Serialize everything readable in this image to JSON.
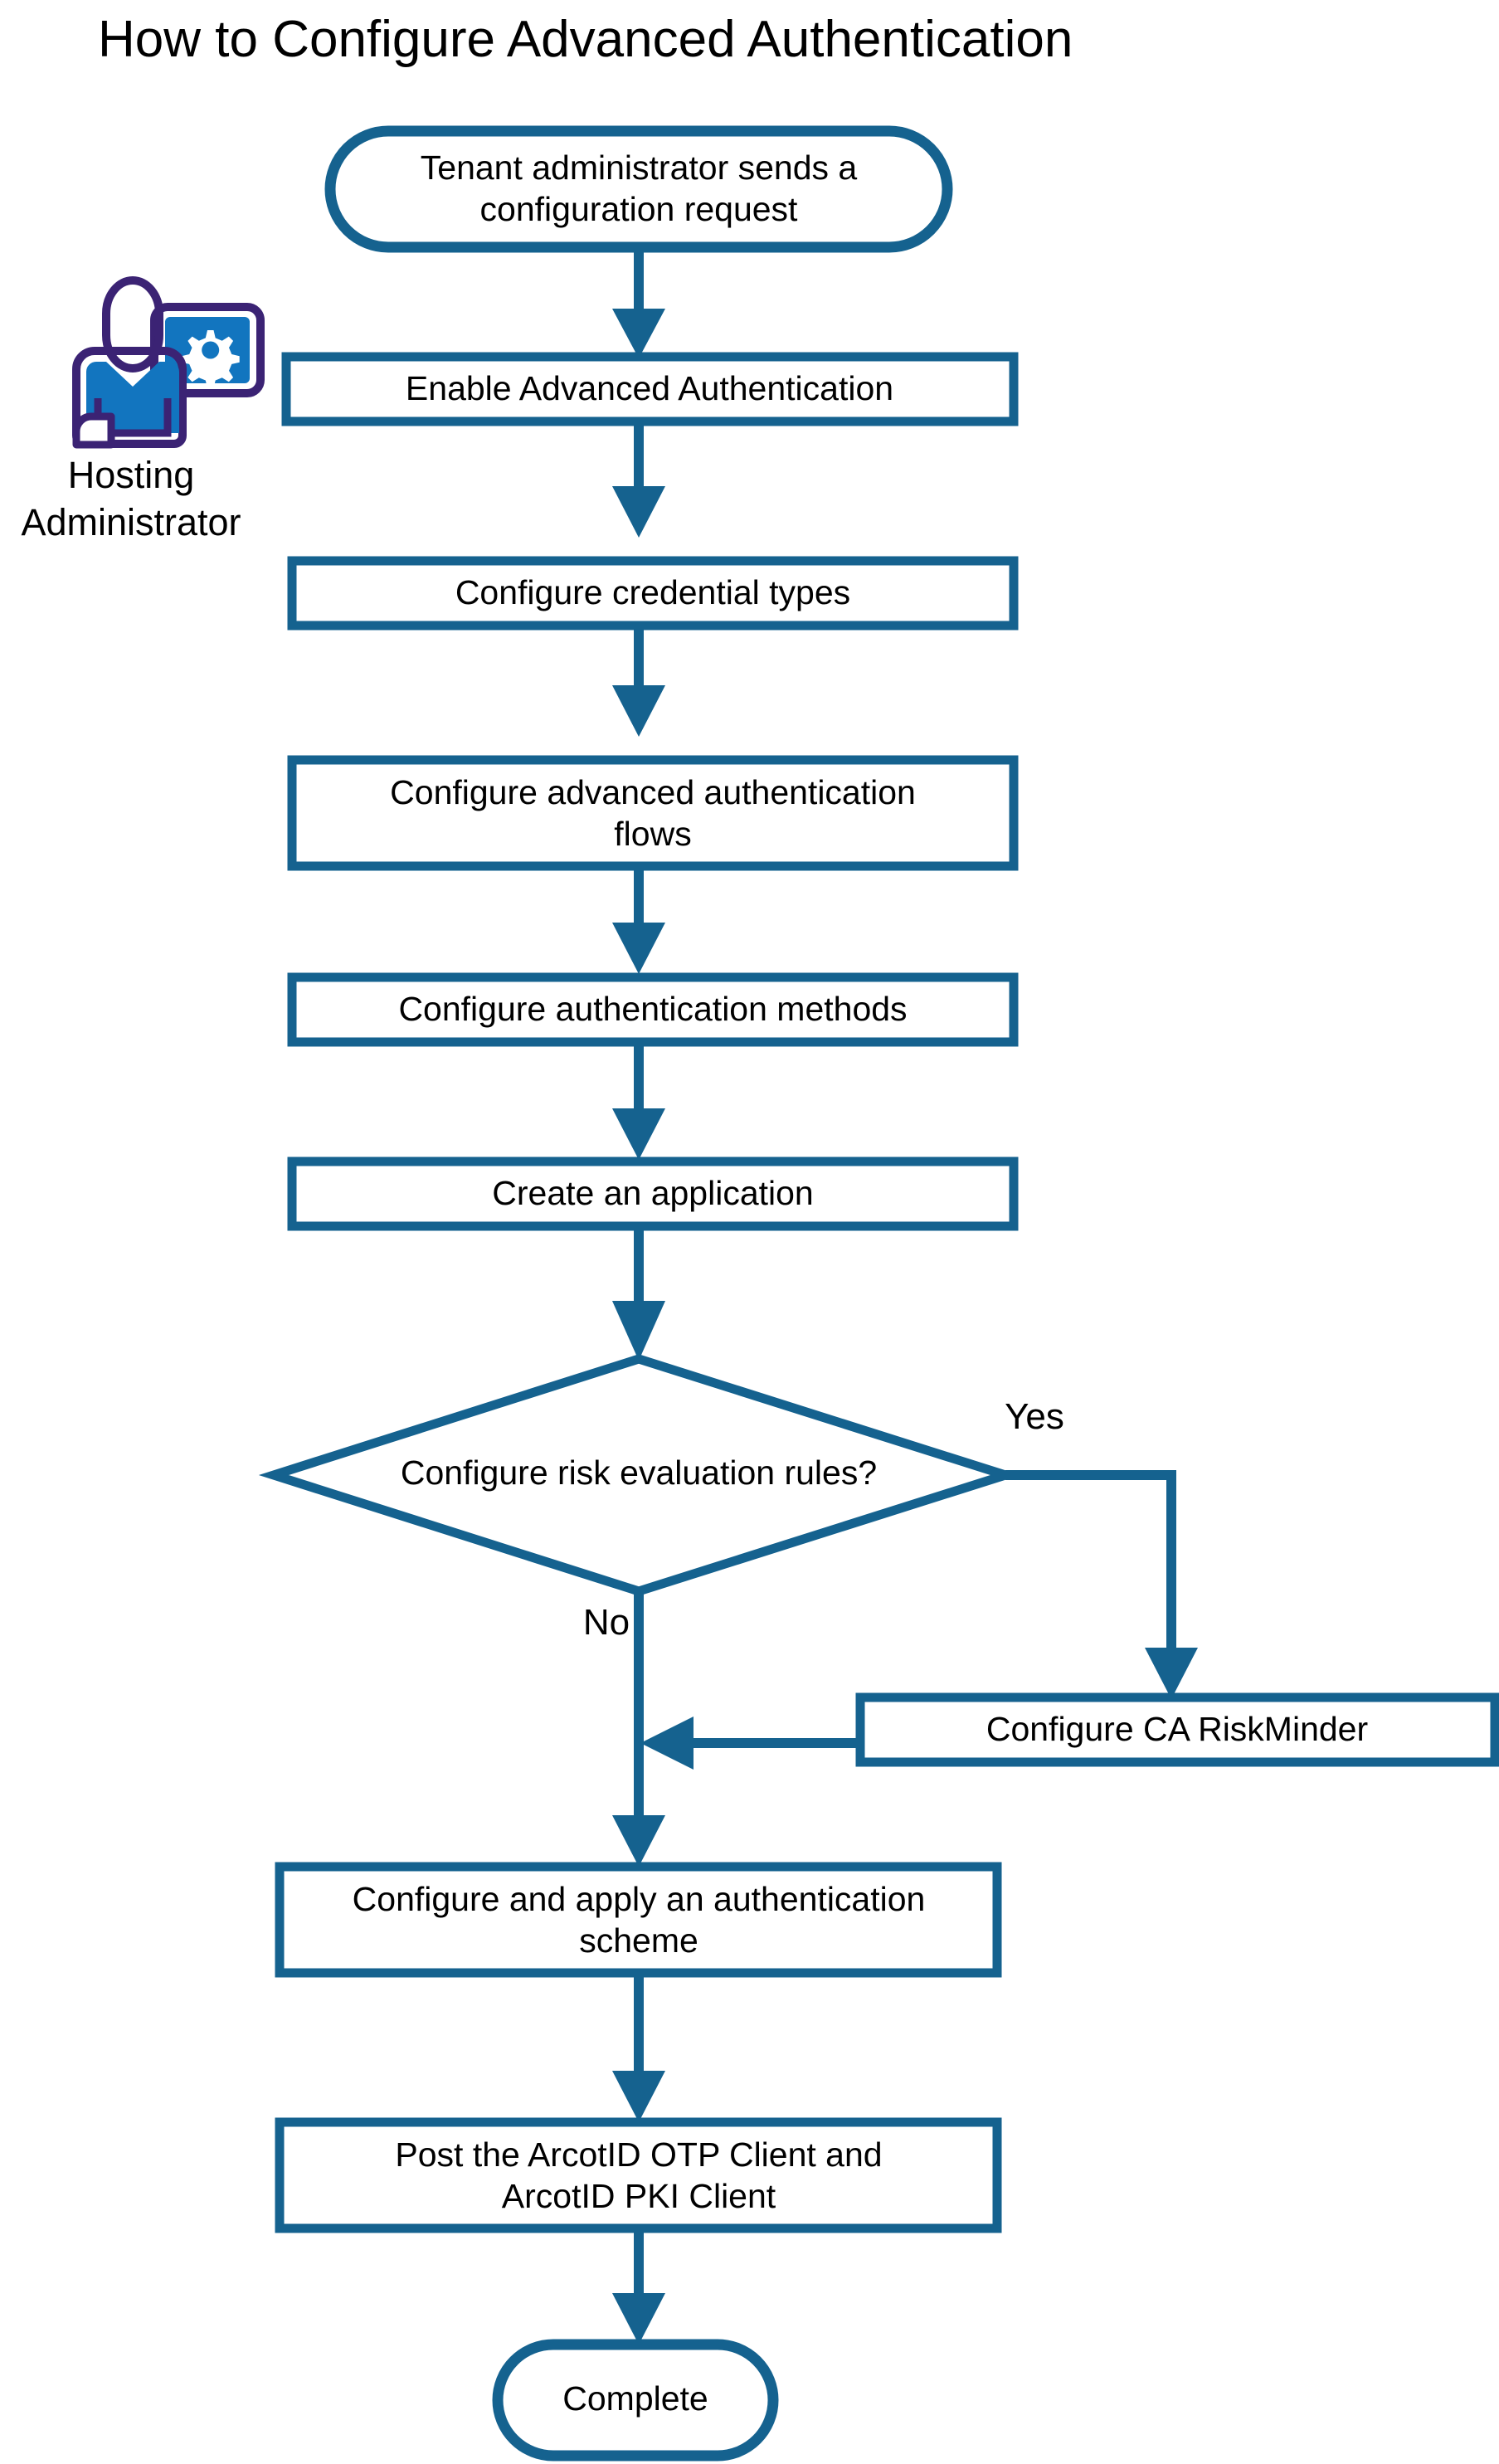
{
  "title": "How to Configure Advanced Authentication",
  "accent_color": "#15628F",
  "icon_colors": {
    "outline": "#3B2374",
    "fill": "#1275BF",
    "gear": "#FFFFFF"
  },
  "role": {
    "icon": "admin-person-with-settings-screen-icon",
    "label_line1": "Hosting",
    "label_line2": "Administrator"
  },
  "nodes": [
    {
      "id": "start",
      "type": "terminator",
      "line1": "Tenant administrator sends a",
      "line2": "configuration request"
    },
    {
      "id": "enable-advanced-auth",
      "type": "process",
      "line1": "Enable Advanced Authentication",
      "line2": ""
    },
    {
      "id": "configure-credential-types",
      "type": "process",
      "line1": "Configure credential types",
      "line2": ""
    },
    {
      "id": "configure-advanced-auth-flows",
      "type": "process",
      "line1": "Configure advanced authentication",
      "line2": "flows"
    },
    {
      "id": "configure-auth-methods",
      "type": "process",
      "line1": "Configure authentication methods",
      "line2": ""
    },
    {
      "id": "create-an-application",
      "type": "process",
      "line1": "Create an application",
      "line2": ""
    },
    {
      "id": "configure-risk-evaluation-rules",
      "type": "decision",
      "line1": "Configure risk evaluation rules?",
      "line2": ""
    },
    {
      "id": "configure-ca-riskminder",
      "type": "process",
      "line1": "Configure CA RiskMinder",
      "line2": ""
    },
    {
      "id": "configure-apply-auth-scheme",
      "type": "process",
      "line1": "Configure and apply an authentication",
      "line2": "scheme"
    },
    {
      "id": "post-arcotid-clients",
      "type": "process",
      "line1": "Post the ArcotID OTP Client and",
      "line2": "ArcotID PKI Client"
    },
    {
      "id": "complete",
      "type": "terminator",
      "line1": "Complete",
      "line2": ""
    }
  ],
  "branch_labels": {
    "yes": "Yes",
    "no": "No"
  }
}
